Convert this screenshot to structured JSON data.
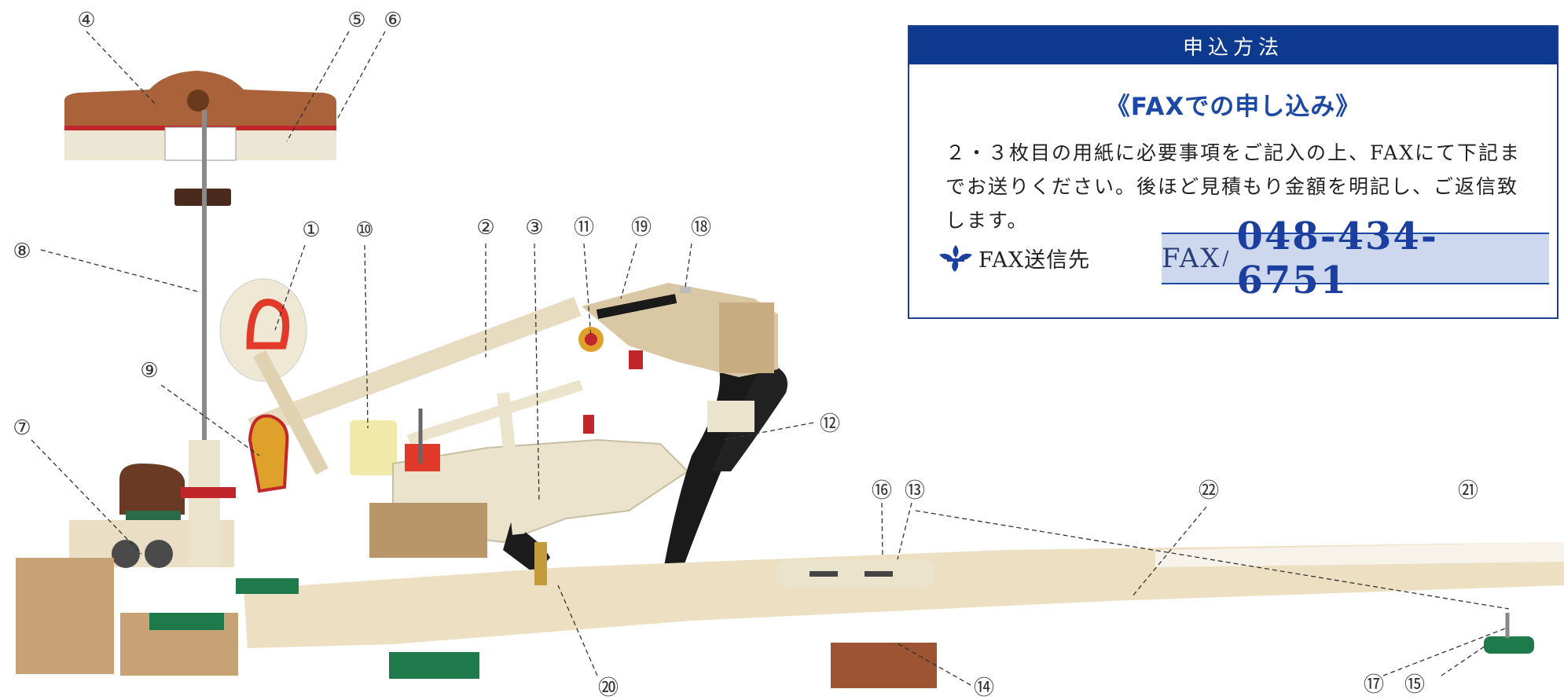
{
  "callouts": {
    "c1": "①",
    "c2": "②",
    "c3": "③",
    "c4": "④",
    "c5": "⑤",
    "c6": "⑥",
    "c7": "⑦",
    "c8": "⑧",
    "c9": "⑨",
    "c10": "⑩",
    "c11": "⑪",
    "c12": "⑫",
    "c13": "⑬",
    "c14": "⑭",
    "c15": "⑮",
    "c16": "⑯",
    "c17": "⑰",
    "c18": "⑱",
    "c19": "⑲",
    "c20": "⑳",
    "c21": "㉑",
    "c22": "㉒"
  },
  "info": {
    "header": "申込方法",
    "subtitle": "《FAXでの申し込み》",
    "body": "２・３枚目の用紙に必要事項をご記入の上、FAXにて下記までお送りください。後ほど見積もり金額を明記し、ご返信致します。",
    "fax_label": "FAX送信先",
    "fax_prefix": "FAX",
    "fax_separator": "/",
    "fax_number": "048-434-6751"
  },
  "colors": {
    "header_bg": "#0d3a8e",
    "accent_blue": "#1c49a6",
    "fax_box_bg": "#cdd7ee"
  },
  "icons": {
    "fax_label_icon": "fleur-de-lis-icon"
  }
}
